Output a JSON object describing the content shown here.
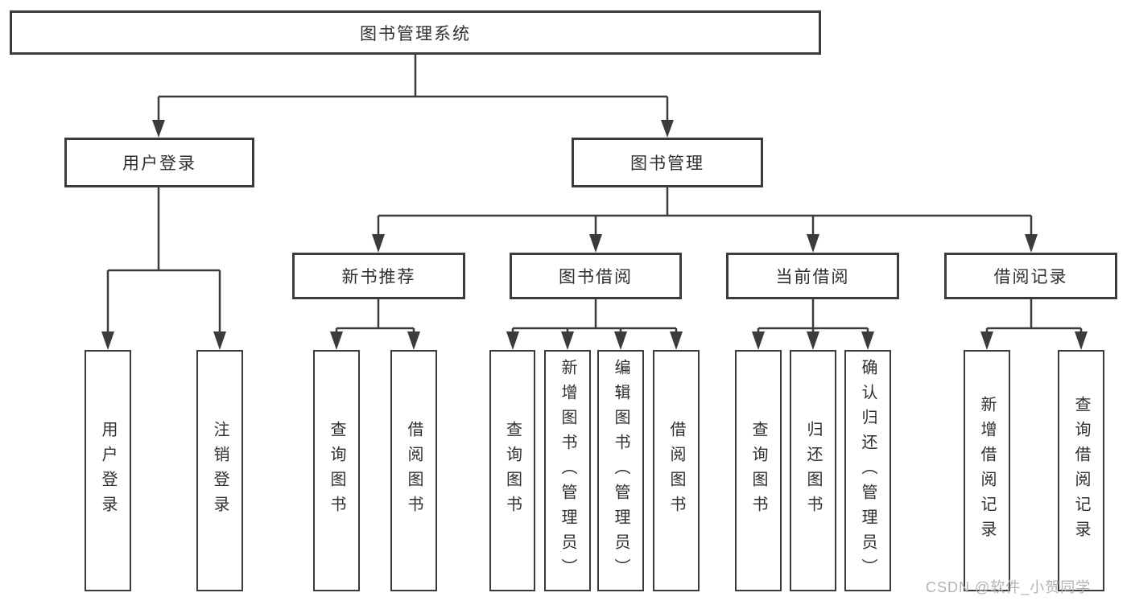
{
  "tree": {
    "label": "图书管理系统",
    "children": [
      {
        "label": "用户登录",
        "children": [
          {
            "label": "用户登录"
          },
          {
            "label": "注销登录"
          }
        ]
      },
      {
        "label": "图书管理",
        "children": [
          {
            "label": "新书推荐",
            "children": [
              {
                "label": "查询图书"
              },
              {
                "label": "借阅图书"
              }
            ]
          },
          {
            "label": "图书借阅",
            "children": [
              {
                "label": "查询图书"
              },
              {
                "label": "新增图书（管理员）"
              },
              {
                "label": "编辑图书（管理员）"
              },
              {
                "label": "借阅图书"
              }
            ]
          },
          {
            "label": "当前借阅",
            "children": [
              {
                "label": "查询图书"
              },
              {
                "label": "归还图书"
              },
              {
                "label": "确认归还（管理员）"
              }
            ]
          },
          {
            "label": "借阅记录",
            "children": [
              {
                "label": "新增借阅记录"
              },
              {
                "label": "查询借阅记录"
              }
            ]
          }
        ]
      }
    ]
  },
  "watermark": "CSDN @软件_小贺同学",
  "colors": {
    "line": "#3b3b3b",
    "box_border": "#3b3b3b",
    "box_fill": "#ffffff",
    "text": "#2f2f2f",
    "watermark": "#b3b3b3",
    "background": "#ffffff"
  }
}
